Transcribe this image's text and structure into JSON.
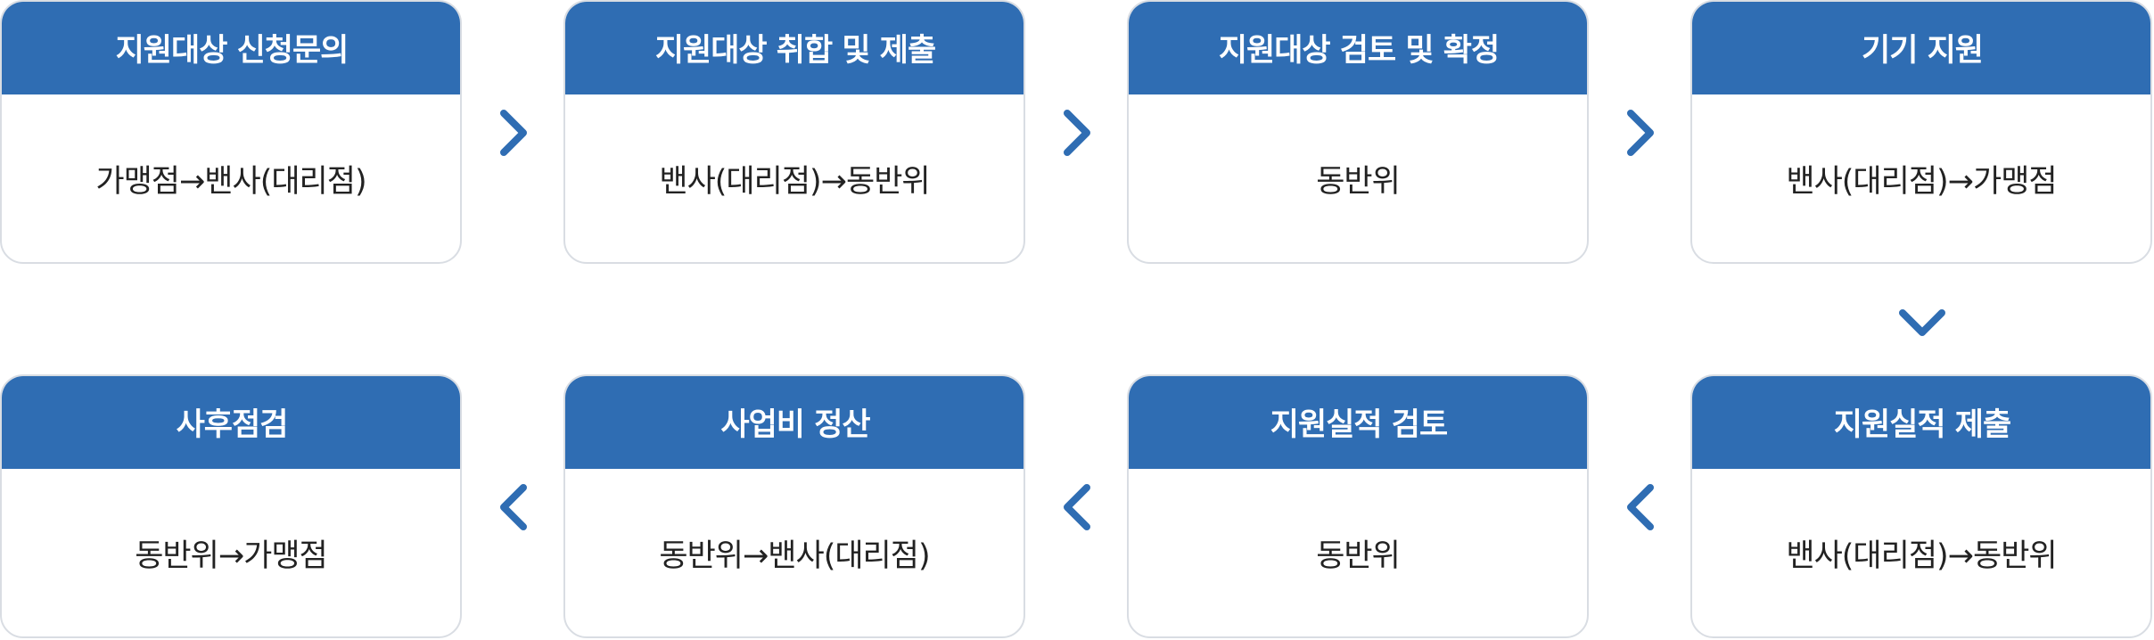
{
  "colors": {
    "header_bg": "#2f6db3",
    "arrow": "#2f6db3",
    "border": "#d9dde3",
    "body_text": "#222222"
  },
  "icons": {
    "arrow_right": "chevron-right-icon",
    "arrow_left": "chevron-left-icon",
    "arrow_down": "chevron-down-icon"
  },
  "steps": [
    {
      "title": "지원대상 신청문의",
      "actor": "가맹점→밴사(대리점)"
    },
    {
      "title": "지원대상 취합 및 제출",
      "actor": "밴사(대리점)→동반위"
    },
    {
      "title": "지원대상 검토 및 확정",
      "actor": "동반위"
    },
    {
      "title": "기기 지원",
      "actor": "밴사(대리점)→가맹점"
    },
    {
      "title": "지원실적 제출",
      "actor": "밴사(대리점)→동반위"
    },
    {
      "title": "지원실적 검토",
      "actor": "동반위"
    },
    {
      "title": "사업비 정산",
      "actor": "동반위→밴사(대리점)"
    },
    {
      "title": "사후점검",
      "actor": "동반위→가맹점"
    }
  ]
}
